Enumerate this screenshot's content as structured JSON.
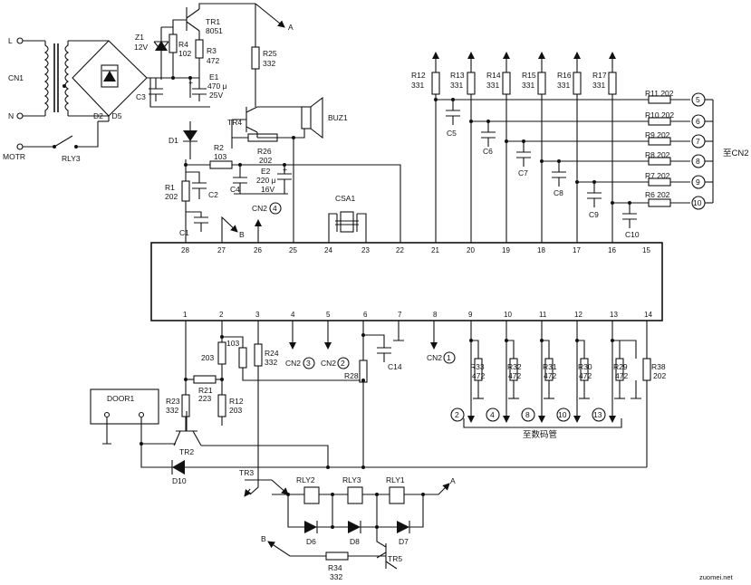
{
  "labels": {
    "L": "L",
    "N": "N",
    "CN1": "CN1",
    "MOTR": "MOTR",
    "RLY3_top": "RLY3",
    "D2D5": "D2 ~ D5",
    "D1": "D1",
    "Z1": "Z1",
    "Z1v": "12V",
    "R4": "R4",
    "R4v": "102",
    "R3": "R3",
    "R3v": "472",
    "TR1": "TR1",
    "TR1v": "8051",
    "E1": "E1",
    "E1v1": "470 μ",
    "E1v2": "25V",
    "C3": "C3",
    "R25": "R25",
    "R25v": "332",
    "A_top": "A",
    "TR4": "TR4",
    "BUZ1": "BUZ1",
    "R26": "R26",
    "R26v": "202",
    "R2": "R2",
    "R2v": "103",
    "E2": "E2",
    "E2v1": "220 μ",
    "E2v2": "16V",
    "C4": "C4",
    "R1": "R1",
    "R1v": "202",
    "C2": "C2",
    "C1": "C1",
    "B_top": "B",
    "CN2_4": "CN2",
    "CSA1": "CSA1",
    "R12": "R12",
    "R13": "R13",
    "R14": "R14",
    "R15": "R15",
    "R16": "R16",
    "R17": "R17",
    "v331": "331",
    "C5": "C5",
    "C6": "C6",
    "C7": "C7",
    "C8": "C8",
    "C9": "C9",
    "C10": "C10",
    "R11": "R11 202",
    "R10": "R10 202",
    "R9": "R9 202",
    "R8": "R8 202",
    "R7": "R7 202",
    "R6": "R6 202",
    "toCN2": "至CN2",
    "DOOR1": "DOOR1",
    "R23": "R23",
    "R23v": "332",
    "R21": "R21",
    "R21v": "223",
    "v203": "203",
    "R12b": "R12",
    "R12bv": "203",
    "v103": "103",
    "R24": "R24",
    "R24v": "332",
    "CN2_3": "CN2",
    "CN2_2": "CN2",
    "CN2_1": "CN2",
    "R28": "R28",
    "C14": "C14",
    "R33": "R33",
    "R32": "R32",
    "R31": "R31",
    "R30": "R30",
    "R29": "R29",
    "v472": "472",
    "R38": "R38",
    "R38v": "202",
    "toDisplay": "至数码管",
    "TR2": "TR2",
    "D10": "D10",
    "TR3": "TR3",
    "RLY2": "RLY2",
    "RLY3": "RLY3",
    "RLY1": "RLY1",
    "A_bot": "A",
    "D6": "D6",
    "D8": "D8",
    "D7": "D7",
    "B_bot": "B",
    "R34": "R34",
    "R34v": "332",
    "TR5": "TR5",
    "watermark": "zuomei.net"
  },
  "ic_pins_top": [
    "28",
    "27",
    "26",
    "25",
    "24",
    "23",
    "22",
    "21",
    "20",
    "19",
    "18",
    "17",
    "16",
    "15"
  ],
  "ic_pins_bottom": [
    "1",
    "2",
    "3",
    "4",
    "5",
    "6",
    "7",
    "8",
    "9",
    "10",
    "11",
    "12",
    "13",
    "14"
  ],
  "cn2_top_nums": [
    "5",
    "6",
    "7",
    "8",
    "9",
    "10"
  ],
  "digit_circle_nums": [
    "2",
    "4",
    "8",
    "10",
    "13"
  ],
  "circle_refs": {
    "cn2_4": "4",
    "cn2_3": "3",
    "cn2_2": "2",
    "cn2_1": "1"
  }
}
